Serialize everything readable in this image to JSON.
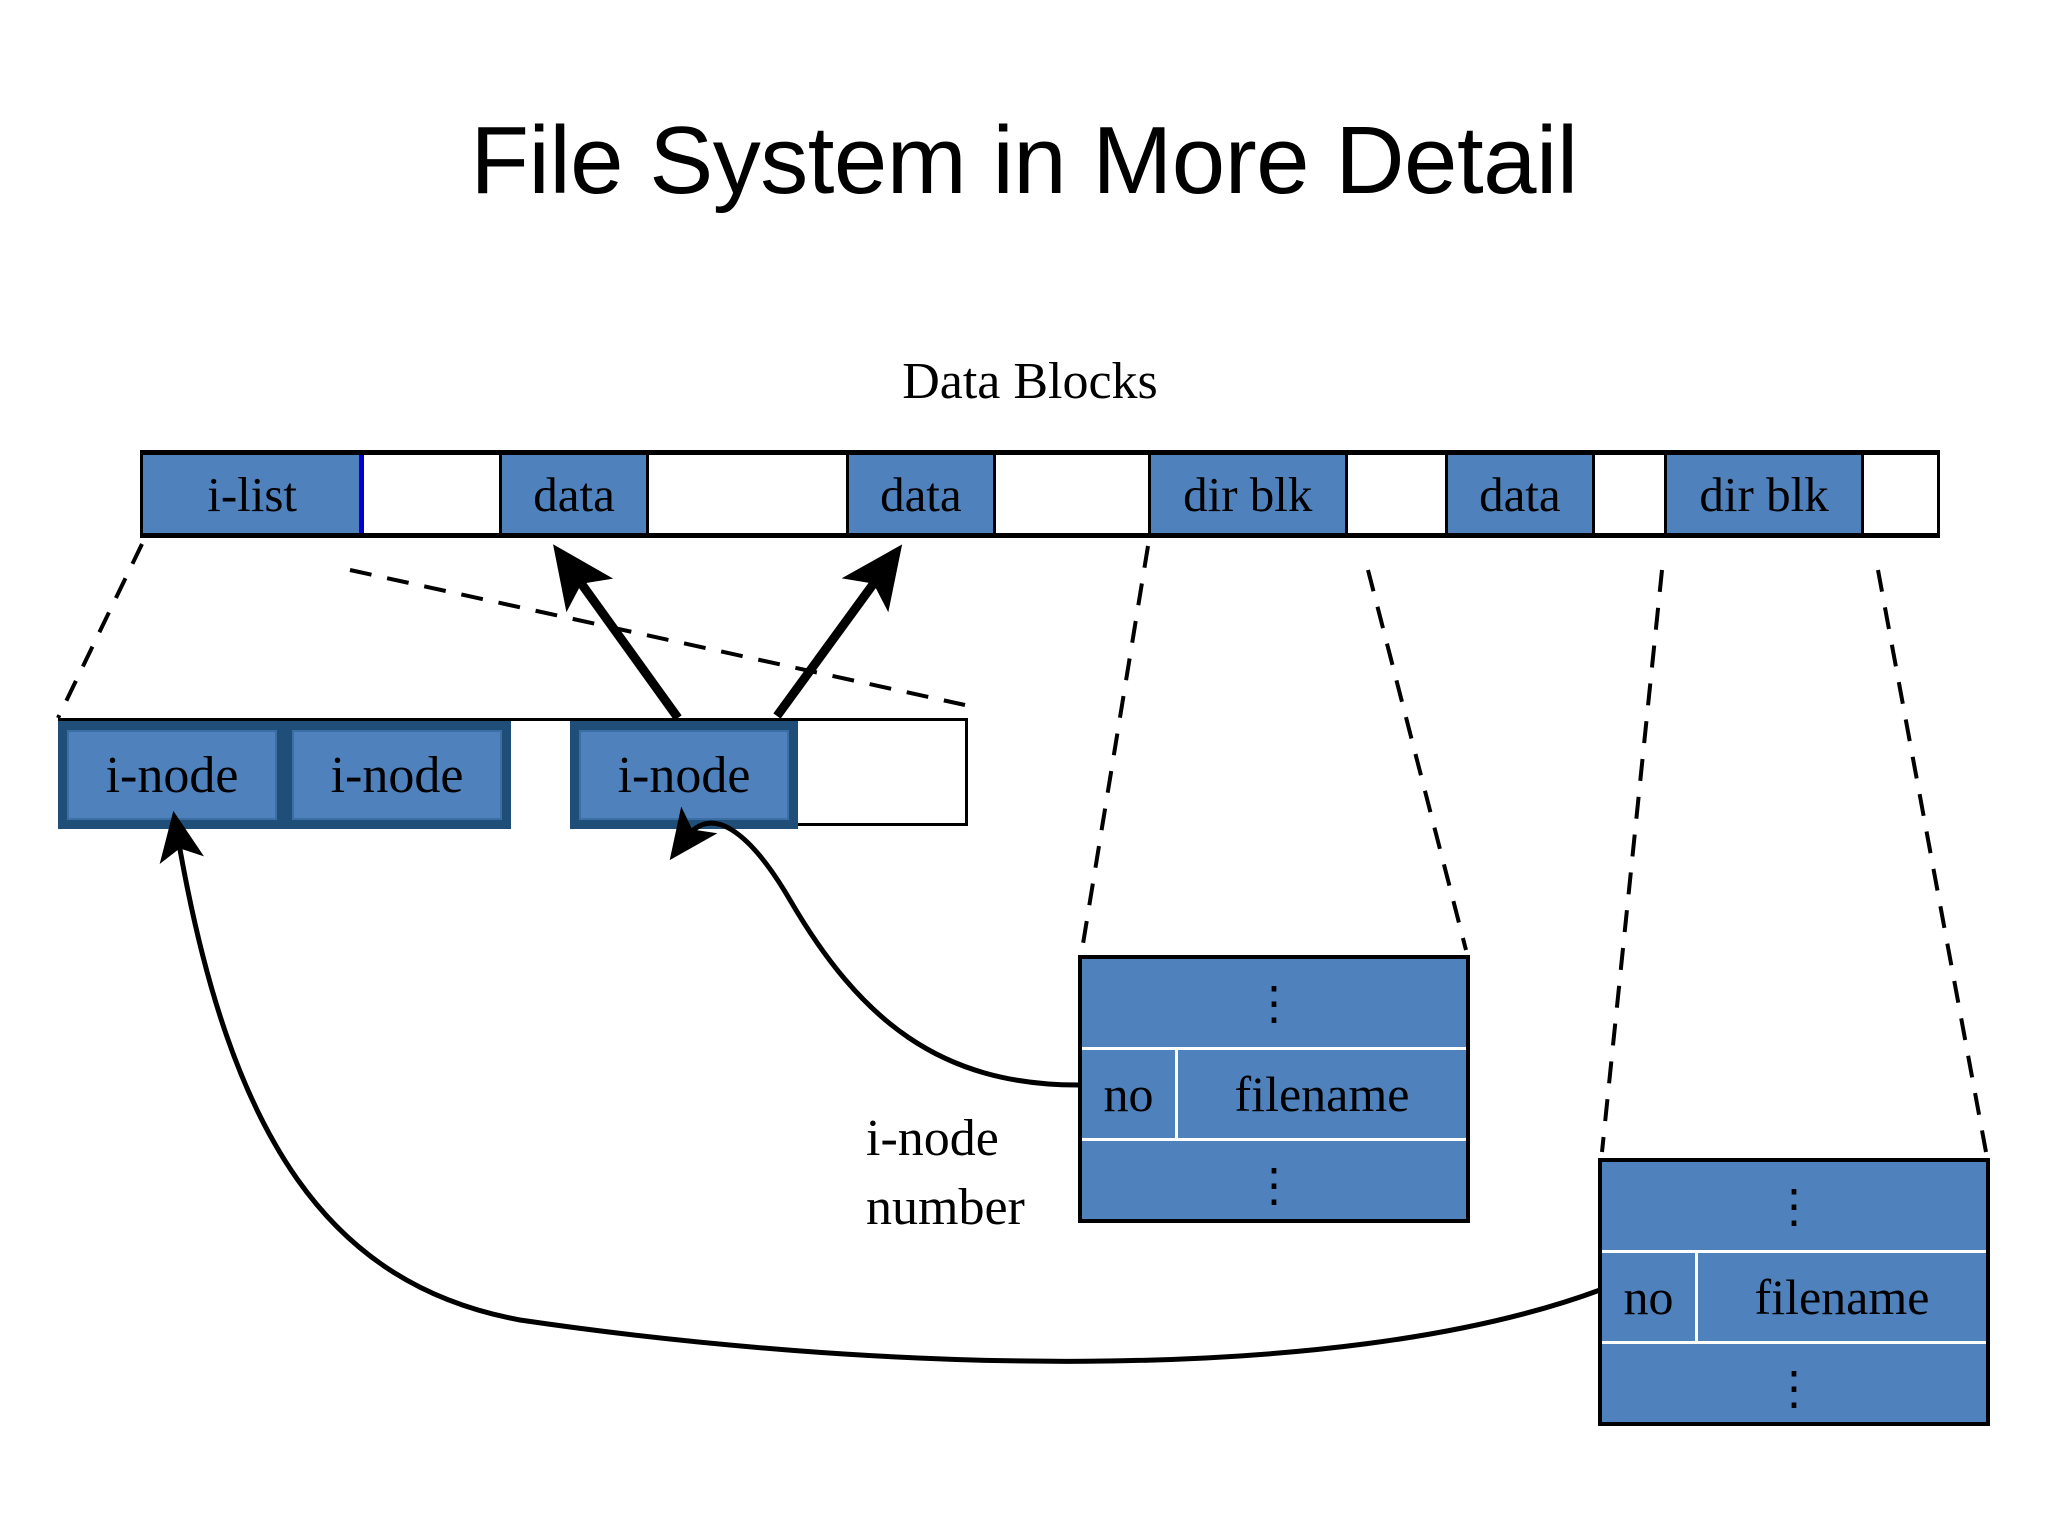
{
  "slide": {
    "title": "File System in More Detail",
    "background": "#ffffff"
  },
  "colors": {
    "block_fill": "#4F81BD",
    "inode_border": "#1F4E79",
    "inode_fill": "#4F81BD",
    "marker_blue": "#0000CC",
    "outline": "#000000",
    "grid_white": "#FFFFFF"
  },
  "data_blocks": {
    "caption": "Data Blocks",
    "cells": [
      {
        "label": "i-list",
        "filled": true,
        "blue_edge": true
      },
      {
        "label": "",
        "filled": false,
        "blue_edge": false
      },
      {
        "label": "data",
        "filled": true,
        "blue_edge": false
      },
      {
        "label": "",
        "filled": false,
        "blue_edge": false
      },
      {
        "label": "data",
        "filled": true,
        "blue_edge": false
      },
      {
        "label": "",
        "filled": false,
        "blue_edge": false
      },
      {
        "label": "dir blk",
        "filled": true,
        "blue_edge": false
      },
      {
        "label": "",
        "filled": false,
        "blue_edge": false
      },
      {
        "label": "data",
        "filled": true,
        "blue_edge": false
      },
      {
        "label": "",
        "filled": false,
        "blue_edge": false
      },
      {
        "label": "dir blk",
        "filled": true,
        "blue_edge": false
      },
      {
        "label": "",
        "filled": false,
        "blue_edge": false
      }
    ]
  },
  "inode_list": {
    "items": [
      {
        "label": "i-node"
      },
      {
        "label": "i-node"
      },
      {
        "label": "i-node"
      }
    ]
  },
  "dir_block_1": {
    "rows": [
      {
        "type": "dots",
        "text": "⋮"
      },
      {
        "type": "entry",
        "no": "no",
        "filename": "filename"
      },
      {
        "type": "dots",
        "text": "⋮"
      }
    ]
  },
  "dir_block_2": {
    "rows": [
      {
        "type": "dots",
        "text": "⋮"
      },
      {
        "type": "entry",
        "no": "no",
        "filename": "filename"
      },
      {
        "type": "dots",
        "text": "⋮"
      }
    ]
  },
  "annotations": {
    "inode_number_line1": "i-node",
    "inode_number_line2": "number"
  }
}
